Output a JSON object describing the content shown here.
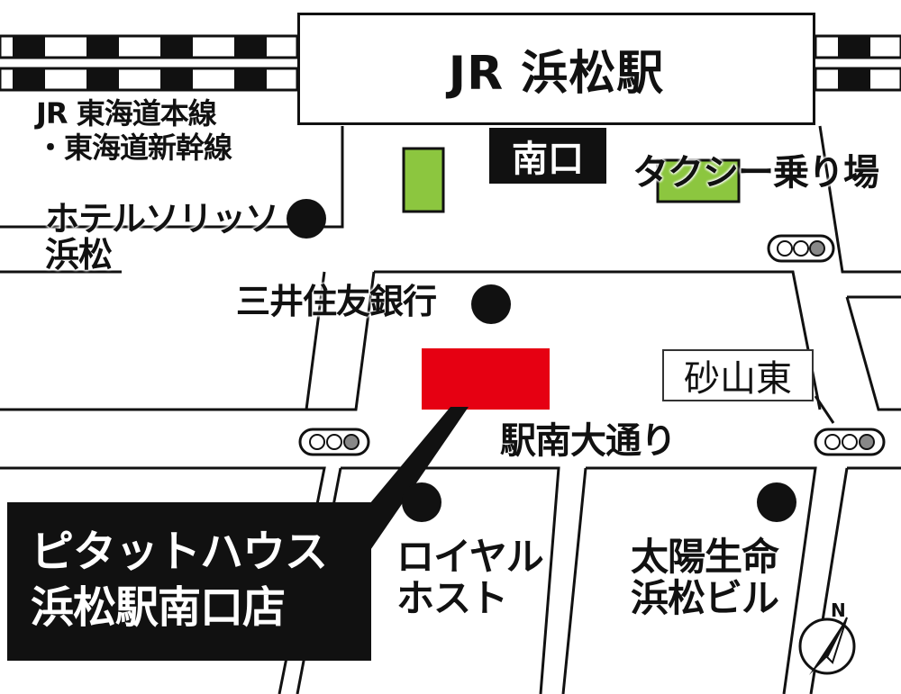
{
  "station": {
    "name": "JR 浜松駅",
    "exit": "南口"
  },
  "railway": {
    "line1": "JR 東海道本線",
    "line2": "・東海道新幹線"
  },
  "taxi": {
    "label": "タクシー乗り場"
  },
  "hotel": {
    "line1": "ホテルソリッソ",
    "line2": "浜松"
  },
  "bank": {
    "label": "三井住友銀行"
  },
  "intersection": {
    "label": "砂山東"
  },
  "street": {
    "label": "駅南大通り"
  },
  "royal_host": {
    "line1": "ロイヤル",
    "line2": "ホスト"
  },
  "taiyo": {
    "line1": "太陽生命",
    "line2": "浜松ビル"
  },
  "shop": {
    "line1": "ピタットハウス",
    "line2": "浜松駅南口店"
  },
  "compass": {
    "letter": "N"
  },
  "colors": {
    "target": "#e60012",
    "green": "#8cc63f",
    "landmark": "#111111",
    "signal_gray": "#888888"
  },
  "icons": [
    "traffic-signal-icon",
    "compass-icon",
    "landmark-dot-icon"
  ]
}
